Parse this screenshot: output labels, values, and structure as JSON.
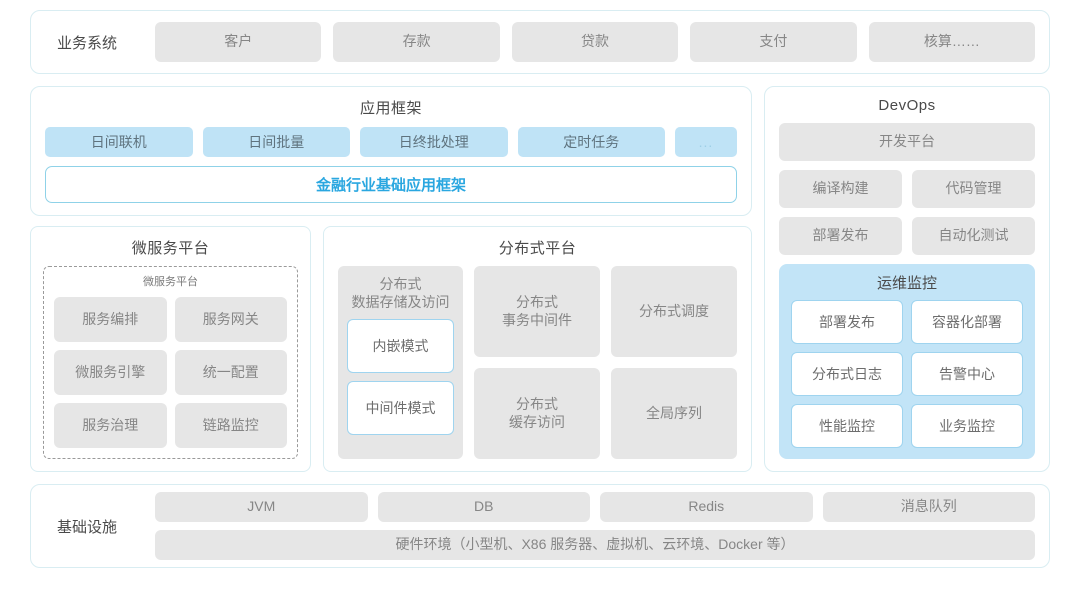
{
  "business_row": {
    "label": "业务系统",
    "items": [
      "客户",
      "存款",
      "贷款",
      "支付",
      "核算……"
    ]
  },
  "app_framework": {
    "title": "应用框架",
    "tags": [
      "日间联机",
      "日间批量",
      "日终批处理",
      "定时任务",
      "..."
    ],
    "framework_bar": "金融行业基础应用框架"
  },
  "microservice": {
    "title": "微服务平台",
    "inner_title": "微服务平台",
    "items": [
      "服务编排",
      "服务网关",
      "微服务引擎",
      "统一配置",
      "服务治理",
      "链路监控"
    ]
  },
  "distributed": {
    "title": "分布式平台",
    "storage_card": {
      "caption": "分布式\n数据存储及访问",
      "modes": [
        "内嵌模式",
        "中间件模式"
      ]
    },
    "cards": [
      "分布式\n事务中间件",
      "分布式调度",
      "分布式\n缓存访问",
      "全局序列"
    ]
  },
  "devops": {
    "title": "DevOps",
    "platform": "开发平台",
    "row1": [
      "编译构建",
      "代码管理"
    ],
    "row2": [
      "部署发布",
      "自动化测试"
    ],
    "ops": {
      "title": "运维监控",
      "items": [
        "部署发布",
        "容器化部署",
        "分布式日志",
        "告警中心",
        "性能监控",
        "业务监控"
      ]
    }
  },
  "infrastructure": {
    "label": "基础设施",
    "items": [
      "JVM",
      "DB",
      "Redis",
      "消息队列"
    ],
    "hardware": "硬件环境（小型机、X86 服务器、虚拟机、云环境、Docker 等）"
  },
  "colors": {
    "panel_border": "#d9edf2",
    "chip_gray": "#e6e6e6",
    "chip_blue": "#bfe3f6",
    "accent_blue": "#2aa7e0",
    "ops_bg": "#c2e4f7"
  }
}
